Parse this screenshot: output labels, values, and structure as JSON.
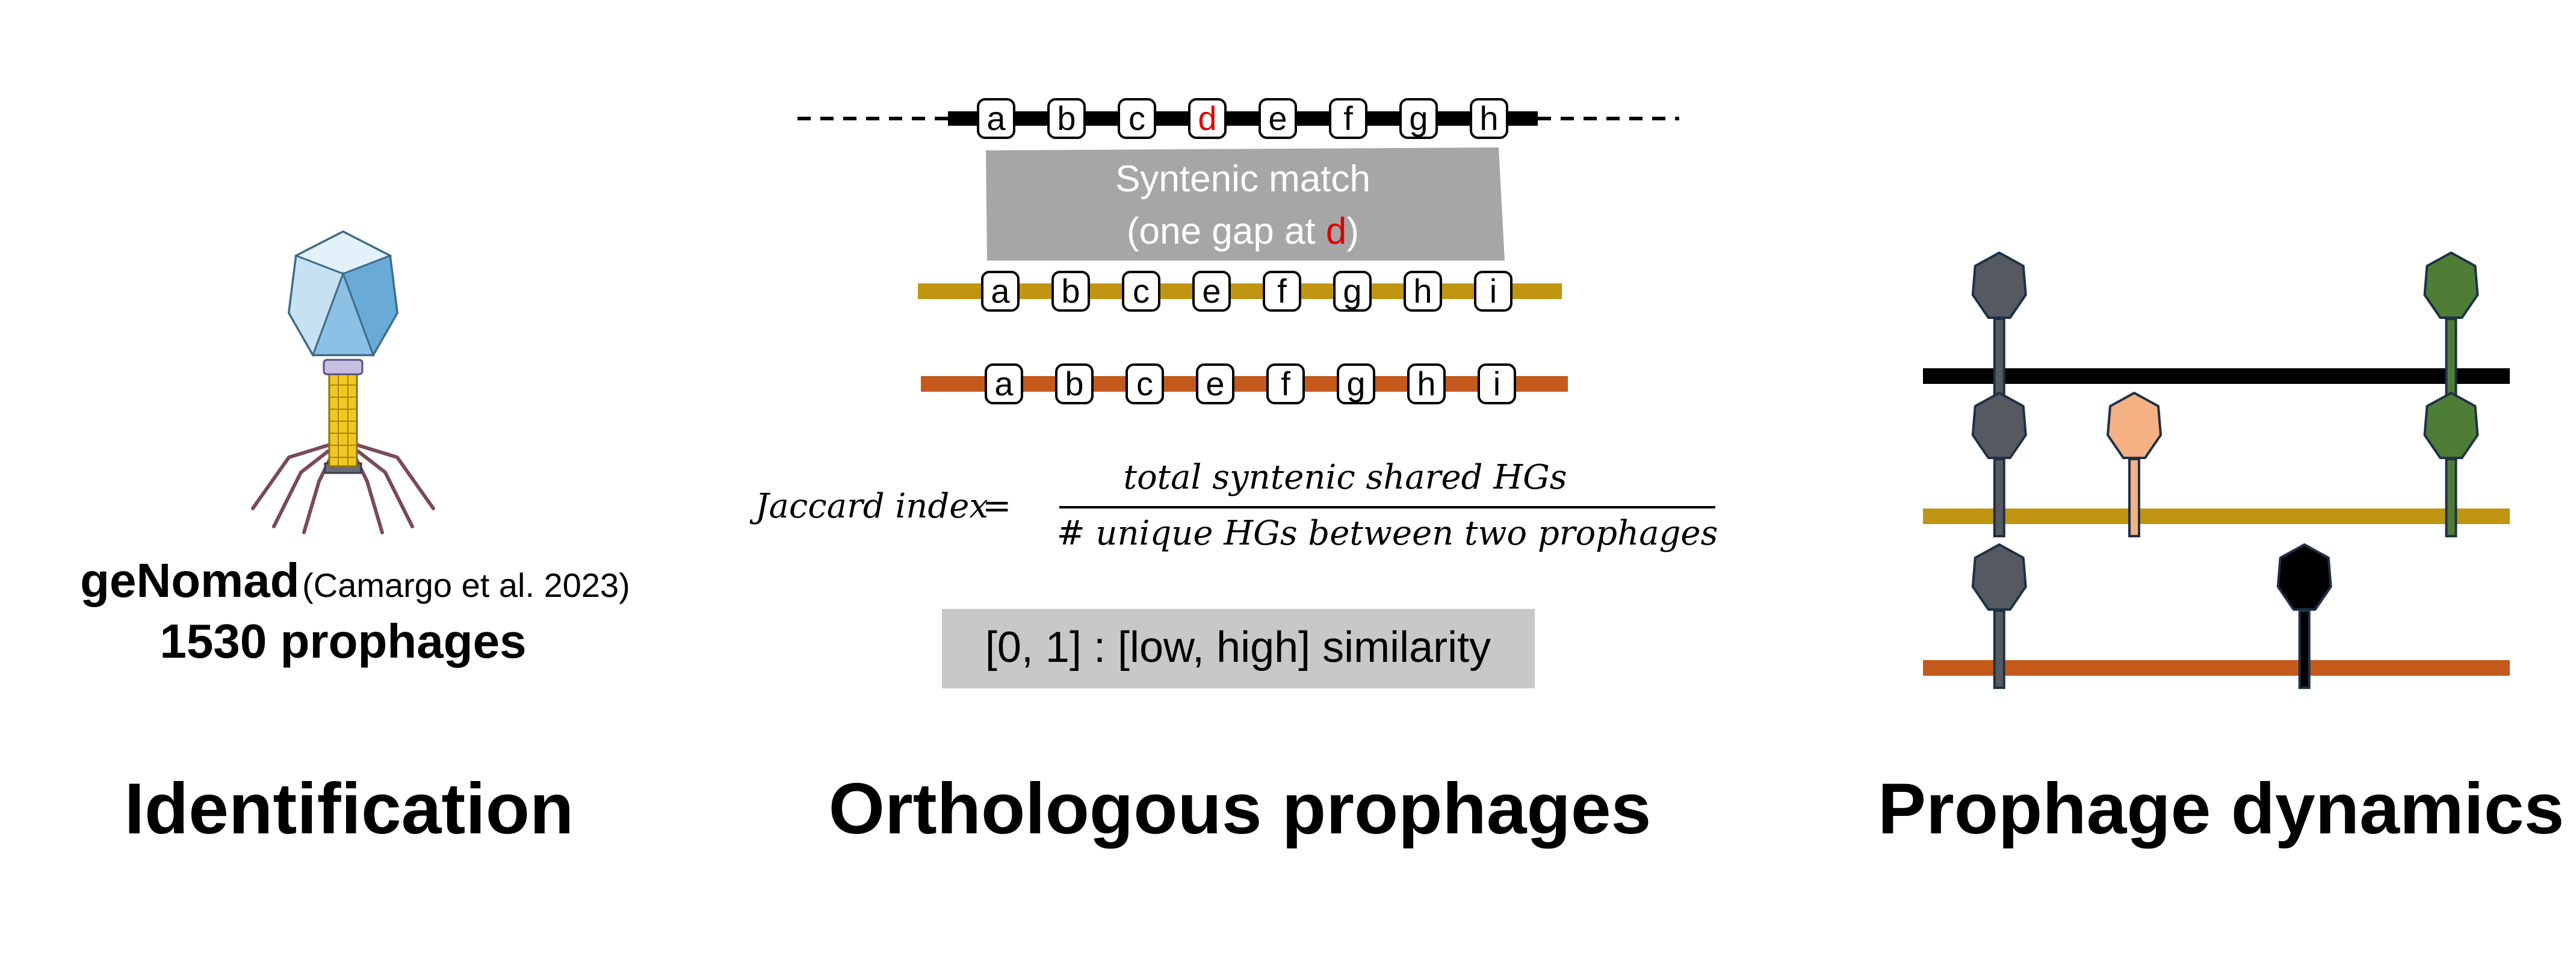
{
  "panels": {
    "identification": {
      "tool_name": "geNomad",
      "tool_citation": "(Camargo et al. 2023)",
      "count_label": "1530 prophages",
      "heading": "Identification"
    },
    "orthologous": {
      "heading": "Orthologous prophages",
      "reference_genes": [
        "a",
        "b",
        "c",
        "d",
        "e",
        "f",
        "g",
        "h"
      ],
      "gap_gene": "d",
      "match_box": {
        "line1": "Syntenic match",
        "line2_prefix": "(one gap at ",
        "line2_gap": "d",
        "line2_suffix": ")"
      },
      "query_tracks": [
        {
          "color": "#c09512",
          "genes": [
            "a",
            "b",
            "c",
            "e",
            "f",
            "g",
            "h",
            "i"
          ]
        },
        {
          "color": "#c35a1c",
          "genes": [
            "a",
            "b",
            "c",
            "e",
            "f",
            "g",
            "h",
            "i"
          ]
        }
      ],
      "formula": {
        "lhs": "Jaccard index",
        "equals": "=",
        "numerator": "total syntenic shared HGs",
        "denominator": "# unique HGs between two prophages"
      },
      "similarity_box": "[0, 1] : [low, high] similarity"
    },
    "dynamics": {
      "heading": "Prophage dynamics",
      "tracks": [
        {
          "color": "#000000",
          "markers": [
            {
              "pos": 0.13,
              "color": "#555a60"
            },
            {
              "pos": 0.9,
              "color": "#4e7d35"
            }
          ]
        },
        {
          "color": "#c09512",
          "markers": [
            {
              "pos": 0.13,
              "color": "#555a60"
            },
            {
              "pos": 0.36,
              "color": "#f4b183"
            },
            {
              "pos": 0.9,
              "color": "#4e7d35"
            }
          ]
        },
        {
          "color": "#c35a1c",
          "markers": [
            {
              "pos": 0.13,
              "color": "#555a60"
            },
            {
              "pos": 0.65,
              "color": "#000000"
            }
          ]
        }
      ]
    }
  },
  "colors": {
    "gap_red": "#e00000",
    "match_gray": "#a6a6a6",
    "similarity_gray": "#c8c8c8",
    "phage_head": "#a9cfe9",
    "phage_tail": "#f2c81f",
    "phage_legs": "#7a4a5a"
  }
}
